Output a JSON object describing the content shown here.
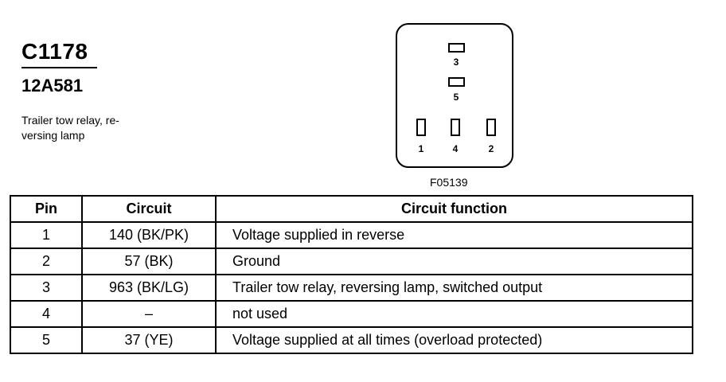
{
  "connector": {
    "id": "C1178",
    "part_number": "12A581",
    "description": "Trailer tow relay, re-\nversing lamp"
  },
  "diagram": {
    "figure_code": "F05139",
    "pin_labels": {
      "p3": "3",
      "p5": "5",
      "p1": "1",
      "p4": "4",
      "p2": "2"
    }
  },
  "table": {
    "headers": {
      "pin": "Pin",
      "circuit": "Circuit",
      "function": "Circuit function"
    },
    "rows": [
      {
        "pin": "1",
        "circuit": "140 (BK/PK)",
        "function": "Voltage supplied in reverse"
      },
      {
        "pin": "2",
        "circuit": "57 (BK)",
        "function": "Ground"
      },
      {
        "pin": "3",
        "circuit": "963 (BK/LG)",
        "function": "Trailer tow relay, reversing lamp, switched output"
      },
      {
        "pin": "4",
        "circuit": "–",
        "function": "not used"
      },
      {
        "pin": "5",
        "circuit": "37 (YE)",
        "function": "Voltage supplied at all times (overload protected)"
      }
    ]
  }
}
